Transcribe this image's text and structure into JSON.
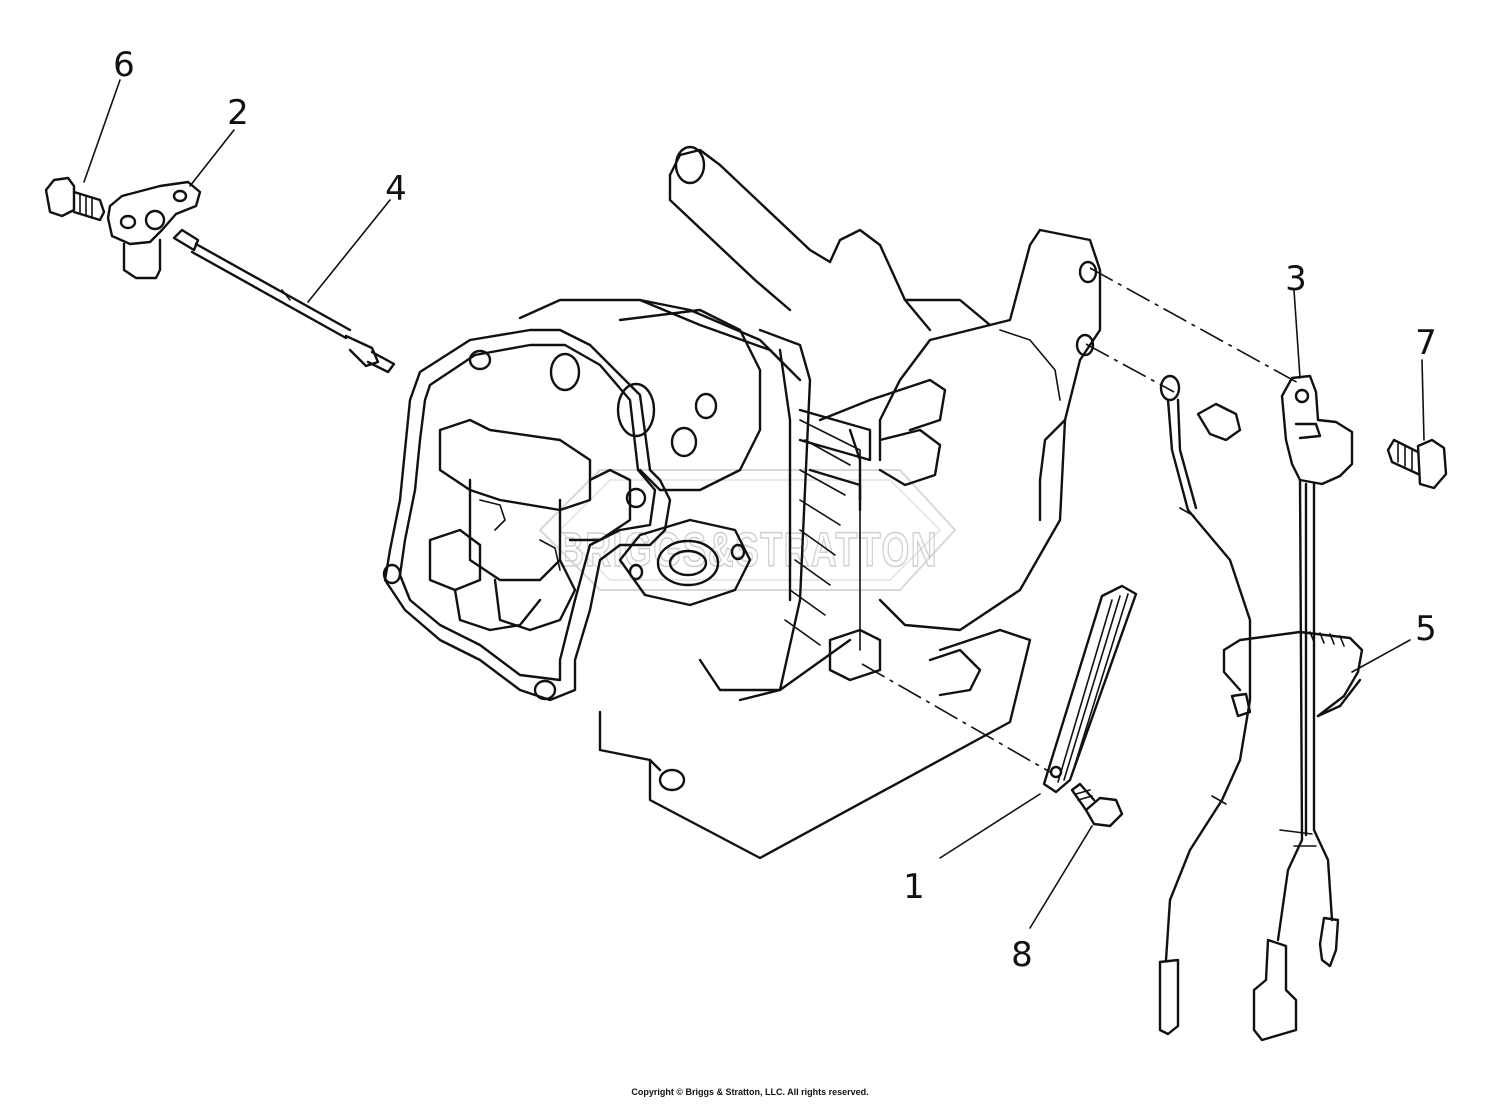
{
  "watermark": {
    "brand_text": "BRIGGS&STRATTON"
  },
  "part_callouts": [
    {
      "id": "callout-1",
      "label": "1"
    },
    {
      "id": "callout-2",
      "label": "2"
    },
    {
      "id": "callout-3",
      "label": "3"
    },
    {
      "id": "callout-4",
      "label": "4"
    },
    {
      "id": "callout-5",
      "label": "5"
    },
    {
      "id": "callout-6",
      "label": "6"
    },
    {
      "id": "callout-7",
      "label": "7"
    },
    {
      "id": "callout-8",
      "label": "8"
    }
  ],
  "footer": {
    "copyright": "Copyright © Briggs & Stratton, LLC. All rights reserved."
  },
  "colors": {
    "line": "#111111",
    "watermark": "#cfcfcf",
    "background": "#ffffff"
  }
}
